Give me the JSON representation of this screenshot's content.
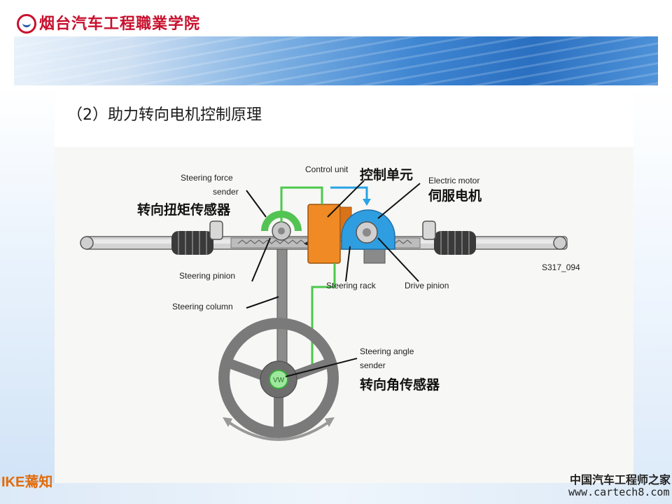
{
  "header": {
    "school_name": "烟台汽车工程職業学院",
    "banner_colors": [
      "#e9f2fb",
      "#3f86d2",
      "#2a6fc0"
    ]
  },
  "section_title": "（2）助力转向电机控制原理",
  "diagram": {
    "code": "S317_094",
    "labels_en": {
      "steering_force_sender_1": "Steering force",
      "steering_force_sender_2": "sender",
      "control_unit": "Control unit",
      "electric_motor": "Electric motor",
      "steering_pinion": "Steering pinion",
      "steering_rack": "Steering rack",
      "drive_pinion": "Drive pinion",
      "steering_column": "Steering column",
      "steering_angle_sender_1": "Steering angle",
      "steering_angle_sender_2": "sender"
    },
    "labels_cn": {
      "torque_sensor": "转向扭矩传感器",
      "control_unit": "控制单元",
      "servo_motor": "伺服电机",
      "angle_sensor": "转向角传感器"
    },
    "colors": {
      "signal_green": "#4cc84c",
      "signal_blue": "#27a3e6",
      "control_unit_orange": "#f08a24",
      "motor_blue": "#2f9ee0",
      "sensor_green": "#53c353",
      "rack_grey": "#9a9a9a"
    }
  },
  "footer": {
    "brand": "IKE蔫知",
    "watermark_line1": "中国汽车工程师之家",
    "watermark_line2": "www.cartech8.com"
  }
}
